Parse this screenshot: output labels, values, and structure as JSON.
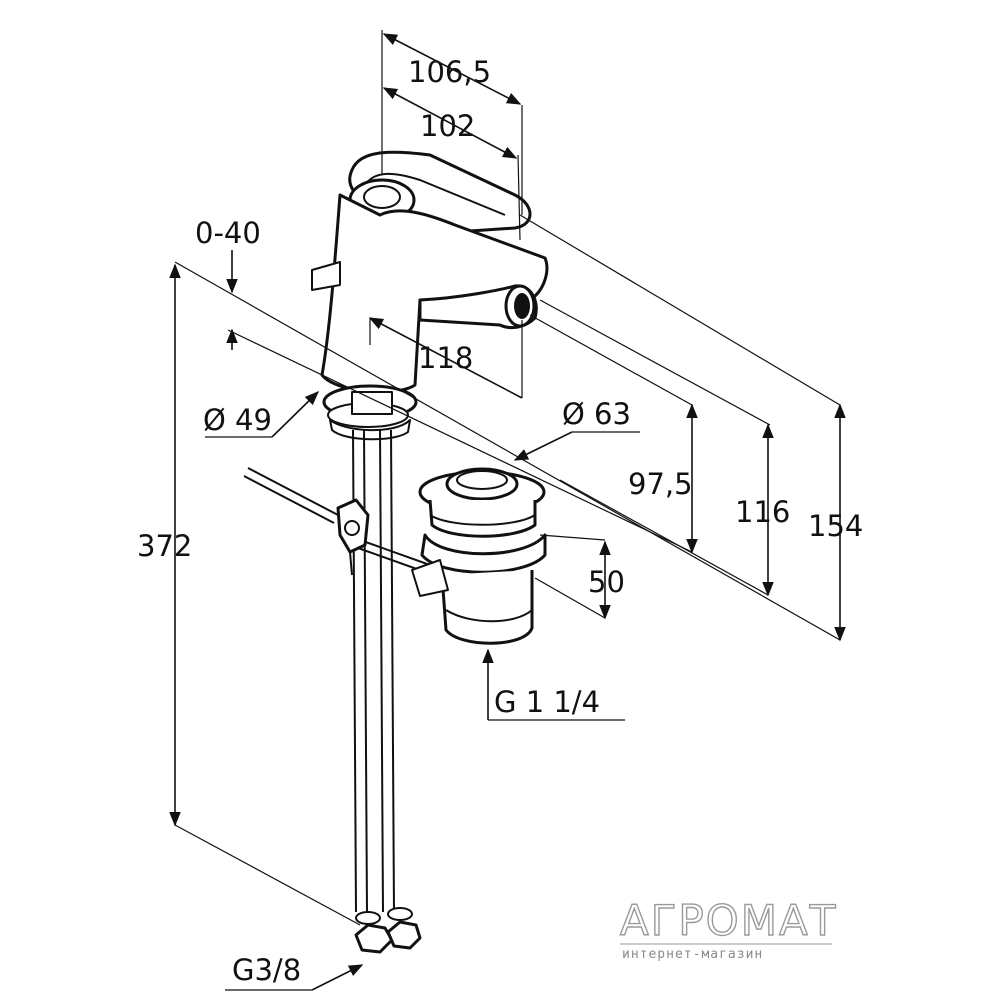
{
  "dimensions": {
    "width_outer": "106,5",
    "width_inner": "102",
    "offset": "0-40",
    "reach": "118",
    "base_diameter": "Ø 49",
    "drain_diameter": "Ø 63",
    "height_97": "97,5",
    "height_116": "116",
    "height_154": "154",
    "drain_height": "50",
    "drain_thread": "G 1 1/4",
    "hose_length": "372",
    "hose_thread": "G3/8"
  },
  "watermark": {
    "brand": "АГРОМАТ",
    "subtitle": "интернет-магазин"
  }
}
